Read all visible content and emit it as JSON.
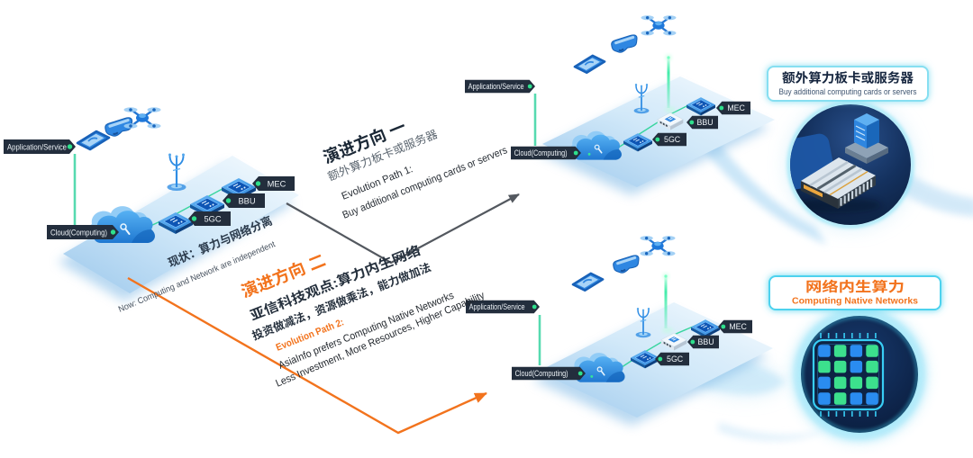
{
  "palette": {
    "accent_orange": "#f2731d",
    "arrow_dark": "#53585f",
    "link_green": "#2fd49a",
    "device_blue": "#2e86e0",
    "pill_dark": "#232e3d",
    "chip_green": "#3ce08d",
    "chip_blue": "#2a8cf0",
    "callout_cyan_border": "#5fd6ee"
  },
  "platforms": [
    {
      "app_service": "Application/Service",
      "cloud": "Cloud(Computing)",
      "core_node": "5GC",
      "baseband_node": "BBU",
      "edge_node": "MEC"
    },
    {
      "app_service": "Application/Service",
      "cloud": "Cloud(Computing)",
      "core_node": "5GC",
      "baseband_node": "BBU",
      "edge_node": "MEC"
    },
    {
      "app_service": "Application/Service",
      "cloud": "Cloud(Computing)",
      "core_node": "5GC",
      "baseband_node": "BBU",
      "edge_node": "MEC"
    }
  ],
  "status": {
    "headline_zh": "现状：算力与网络分离",
    "caption_en": "Now: Computing and Network are independent"
  },
  "evolution_path_1": {
    "heading_zh": "演进方向 一",
    "subheading_zh": "额外算力板卡或服务器",
    "label_en": "Evolution Path 1:",
    "description_en": "Buy additional computing cards or servers"
  },
  "evolution_path_2": {
    "heading_zh": "演进方向 二",
    "viewpoint_zh": "亚信科技观点:算力内生网络",
    "principle_zh": "投资做减法，资源做乘法，能力做加法",
    "label_en": "Evolution Path 2:",
    "description_en": "AsiaInfo prefers Computing Native Networks",
    "benefit_en": "Less Investment, More Resources, Higher Capability"
  },
  "callout_extra_hardware": {
    "title_zh": "额外算力板卡或服务器",
    "subtitle_en": "Buy additional computing cards or servers"
  },
  "callout_computing_native": {
    "title_zh": "网络内生算力",
    "subtitle_en": "Computing Native Networks"
  }
}
